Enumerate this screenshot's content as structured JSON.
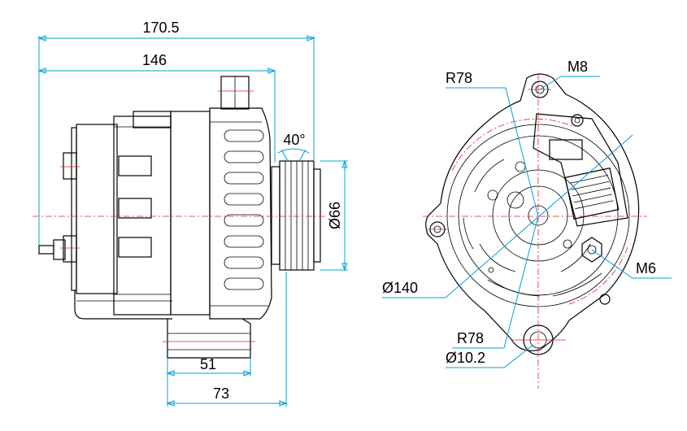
{
  "labels": {
    "overall_length": "170.5",
    "body_length": "146",
    "pulley_angle": "40°",
    "pulley_diameter": "66",
    "mount_width": "51",
    "mount_length": "73",
    "housing_radius_top": "R78",
    "housing_radius_bottom": "R78",
    "top_bolt": "M8",
    "terminal_stud": "M6",
    "housing_diameter": "140",
    "mount_hole_diameter": "10.2"
  },
  "symbols": {
    "diameter": "Ø"
  },
  "colors": {
    "dimension": "#00a0d8",
    "centerline": "#e0202a",
    "outline": "#000000"
  }
}
